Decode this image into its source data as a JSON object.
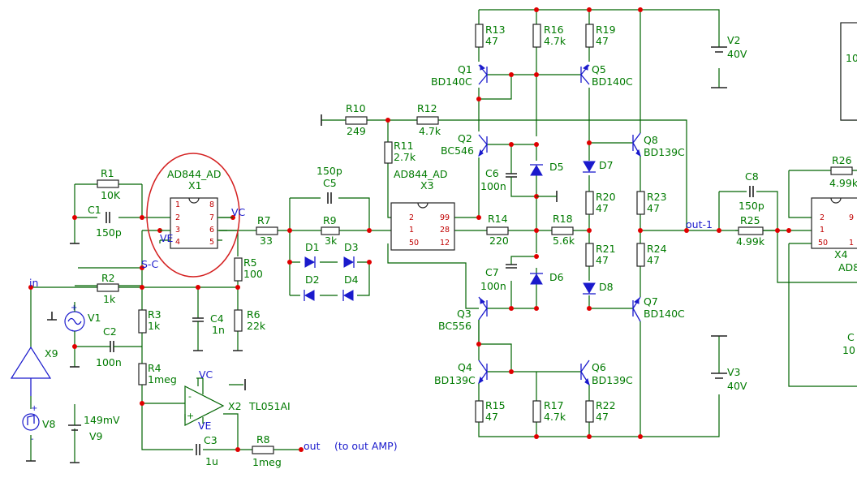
{
  "ics": {
    "x1": {
      "model": "AD844_AD",
      "ref": "X1",
      "pins": [
        "1",
        "2",
        "3",
        "4",
        "8",
        "7",
        "6",
        "5"
      ]
    },
    "x3": {
      "model": "AD844_AD",
      "ref": "X3",
      "pins": [
        "2",
        "1",
        "50",
        "99",
        "28",
        "12"
      ]
    },
    "x4": {
      "model": "AD844_AD",
      "ref": "X4",
      "pins": [
        "2",
        "1",
        "50",
        "9",
        "1"
      ]
    },
    "x2": {
      "ref": "X2",
      "model": "TL051AI"
    }
  },
  "resistors": {
    "r1": {
      "ref": "R1",
      "val": "10K"
    },
    "r2": {
      "ref": "R2",
      "val": "1k"
    },
    "r3": {
      "ref": "R3",
      "val": "1k"
    },
    "r4": {
      "ref": "R4",
      "val": "1meg"
    },
    "r5": {
      "ref": "R5",
      "val": "100"
    },
    "r6": {
      "ref": "R6",
      "val": "22k"
    },
    "r7": {
      "ref": "R7",
      "val": "33"
    },
    "r8": {
      "ref": "R8",
      "val": "1meg"
    },
    "r9": {
      "ref": "R9",
      "val": "3k"
    },
    "r10": {
      "ref": "R10",
      "val": "249"
    },
    "r11": {
      "ref": "R11",
      "val": "2.7k"
    },
    "r12": {
      "ref": "R12",
      "val": "4.7k"
    },
    "r13": {
      "ref": "R13",
      "val": "47"
    },
    "r14": {
      "ref": "R14",
      "val": "220"
    },
    "r15": {
      "ref": "R15",
      "val": "47"
    },
    "r16": {
      "ref": "R16",
      "val": "4.7k"
    },
    "r17": {
      "ref": "R17",
      "val": "4.7k"
    },
    "r18": {
      "ref": "R18",
      "val": "5.6k"
    },
    "r19": {
      "ref": "R19",
      "val": "47"
    },
    "r20": {
      "ref": "R20",
      "val": "47"
    },
    "r21": {
      "ref": "R21",
      "val": "47"
    },
    "r22": {
      "ref": "R22",
      "val": "47"
    },
    "r23": {
      "ref": "R23",
      "val": "47"
    },
    "r24": {
      "ref": "R24",
      "val": "47"
    },
    "r25": {
      "ref": "R25",
      "val": "4.99k"
    },
    "r26": {
      "ref": "R26",
      "val": "4.99k"
    }
  },
  "capacitors": {
    "c1": {
      "ref": "C1",
      "val": "150p"
    },
    "c2": {
      "ref": "C2",
      "val": "100n"
    },
    "c3": {
      "ref": "C3",
      "val": "1u"
    },
    "c4": {
      "ref": "C4",
      "val": "1n"
    },
    "c5": {
      "ref": "C5",
      "val": "150p"
    },
    "c6": {
      "ref": "C6",
      "val": "100n"
    },
    "c7": {
      "ref": "C7",
      "val": "100n"
    },
    "c8": {
      "ref": "C8",
      "val": "150p"
    },
    "c_cut": {
      "ref": "C",
      "val": "10"
    }
  },
  "transistors": {
    "q1": {
      "ref": "Q1",
      "model": "BD140C"
    },
    "q2": {
      "ref": "Q2",
      "model": "BC546"
    },
    "q3": {
      "ref": "Q3",
      "model": "BC556"
    },
    "q4": {
      "ref": "Q4",
      "model": "BD139C"
    },
    "q5": {
      "ref": "Q5",
      "model": "BD140C"
    },
    "q6": {
      "ref": "Q6",
      "model": "BD139C"
    },
    "q7": {
      "ref": "Q7",
      "model": "BD140C"
    },
    "q8": {
      "ref": "Q8",
      "model": "BD139C"
    }
  },
  "diodes": [
    "D1",
    "D2",
    "D3",
    "D4",
    "D5",
    "D6",
    "D7",
    "D8"
  ],
  "sources": {
    "v1": "V1",
    "v2": {
      "ref": "V2",
      "val": "40V"
    },
    "v3": {
      "ref": "V3",
      "val": "40V"
    },
    "v8": "V8",
    "v9": {
      "ref": "V9",
      "val": "149mV"
    },
    "x9": "X9"
  },
  "nets": {
    "vc": "VC",
    "ve": "VE",
    "sc": "S-C",
    "in": "in",
    "out": "out",
    "out1": "out-1",
    "note": "(to out AMP)"
  },
  "cut_labels": {
    "top": "10"
  },
  "colors": {
    "wire": "#006400",
    "label": "#007a00",
    "symbol_blue": "#1a1acc",
    "node": "#e00000",
    "highlight": "#d42020"
  }
}
